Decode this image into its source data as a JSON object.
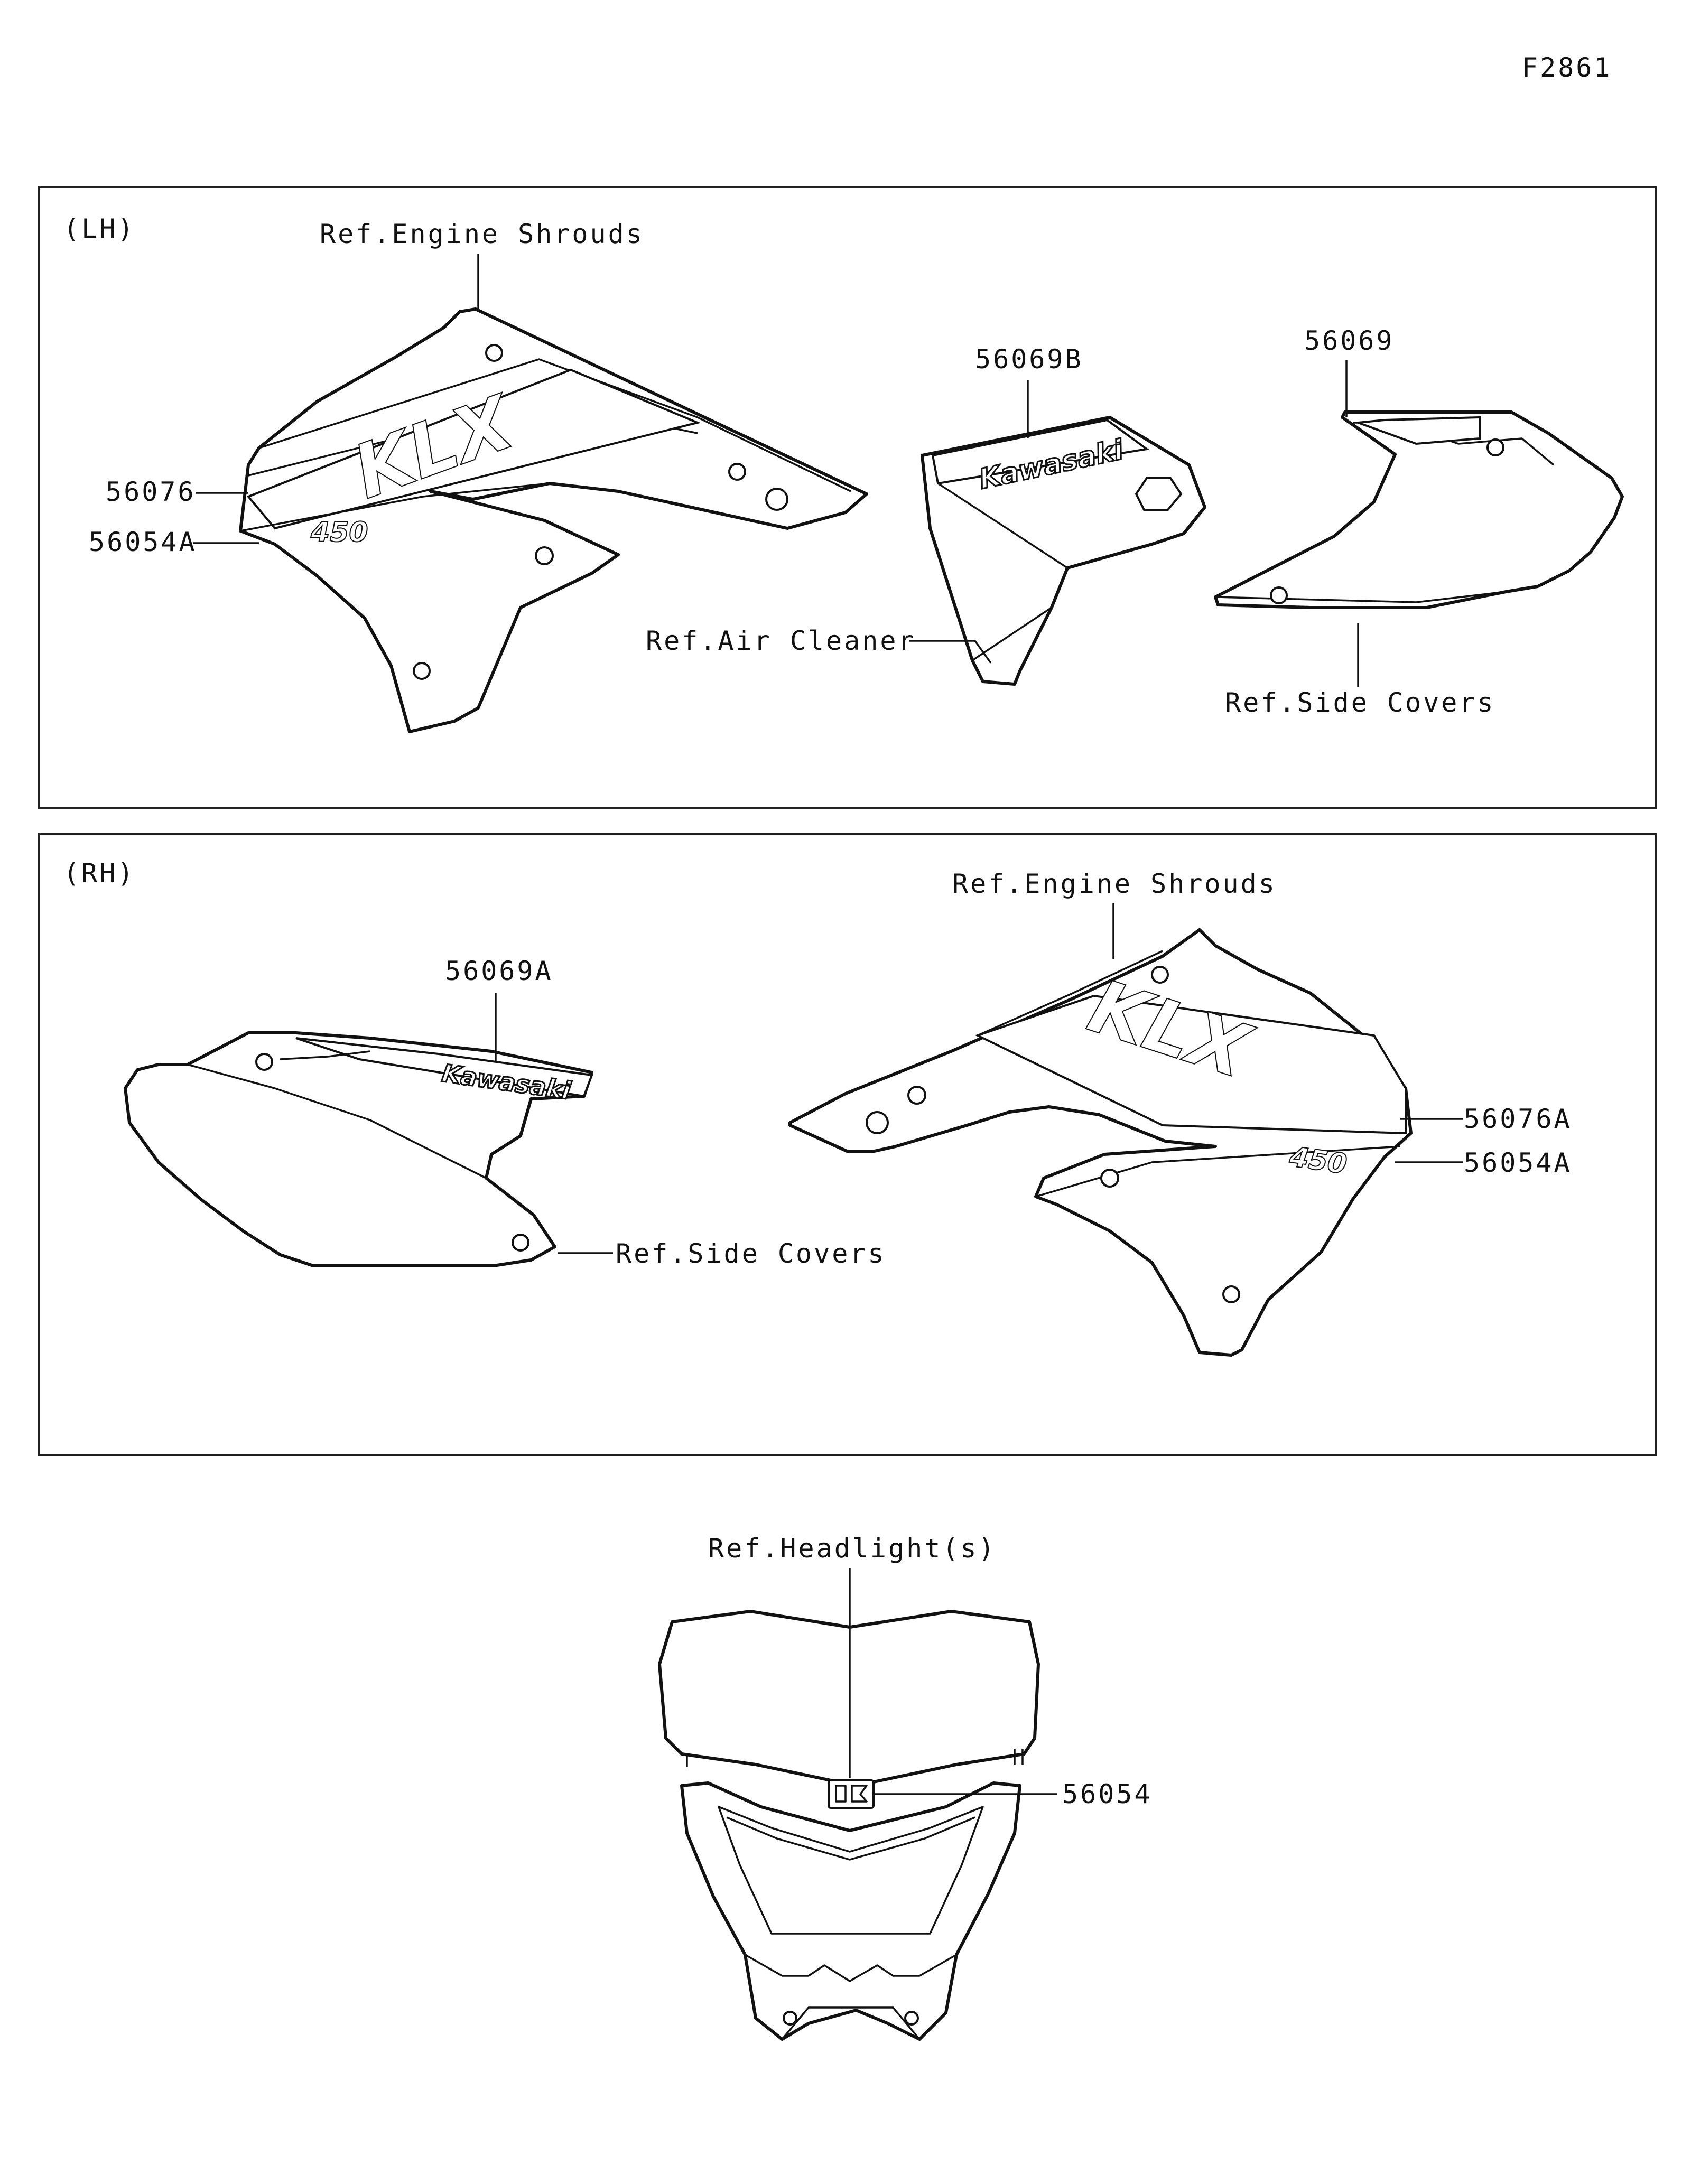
{
  "figure_code": "F2861",
  "panels": {
    "lh": {
      "side_label": "(LH)",
      "refs": {
        "engine_shrouds": "Ref.Engine Shrouds",
        "air_cleaner": "Ref.Air Cleaner",
        "side_covers": "Ref.Side Covers"
      },
      "parts": {
        "shroud_decal": "56076",
        "shroud_sub_decal": "56054A",
        "air_cleaner_decal": "56069B",
        "side_cover_decal": "56069"
      },
      "decal_texts": {
        "model_logo": "KLX",
        "displacement": "450",
        "brand": "Kawasaki"
      }
    },
    "rh": {
      "side_label": "(RH)",
      "refs": {
        "engine_shrouds": "Ref.Engine Shrouds",
        "side_covers": "Ref.Side Covers"
      },
      "parts": {
        "side_cover_decal": "56069A",
        "shroud_decal": "56076A",
        "shroud_sub_decal": "56054A"
      },
      "decal_texts": {
        "model_logo": "KLX",
        "displacement": "450",
        "brand": "Kawasaki"
      }
    }
  },
  "headlight": {
    "ref": "Ref.Headlight(s)",
    "part": "56054"
  }
}
